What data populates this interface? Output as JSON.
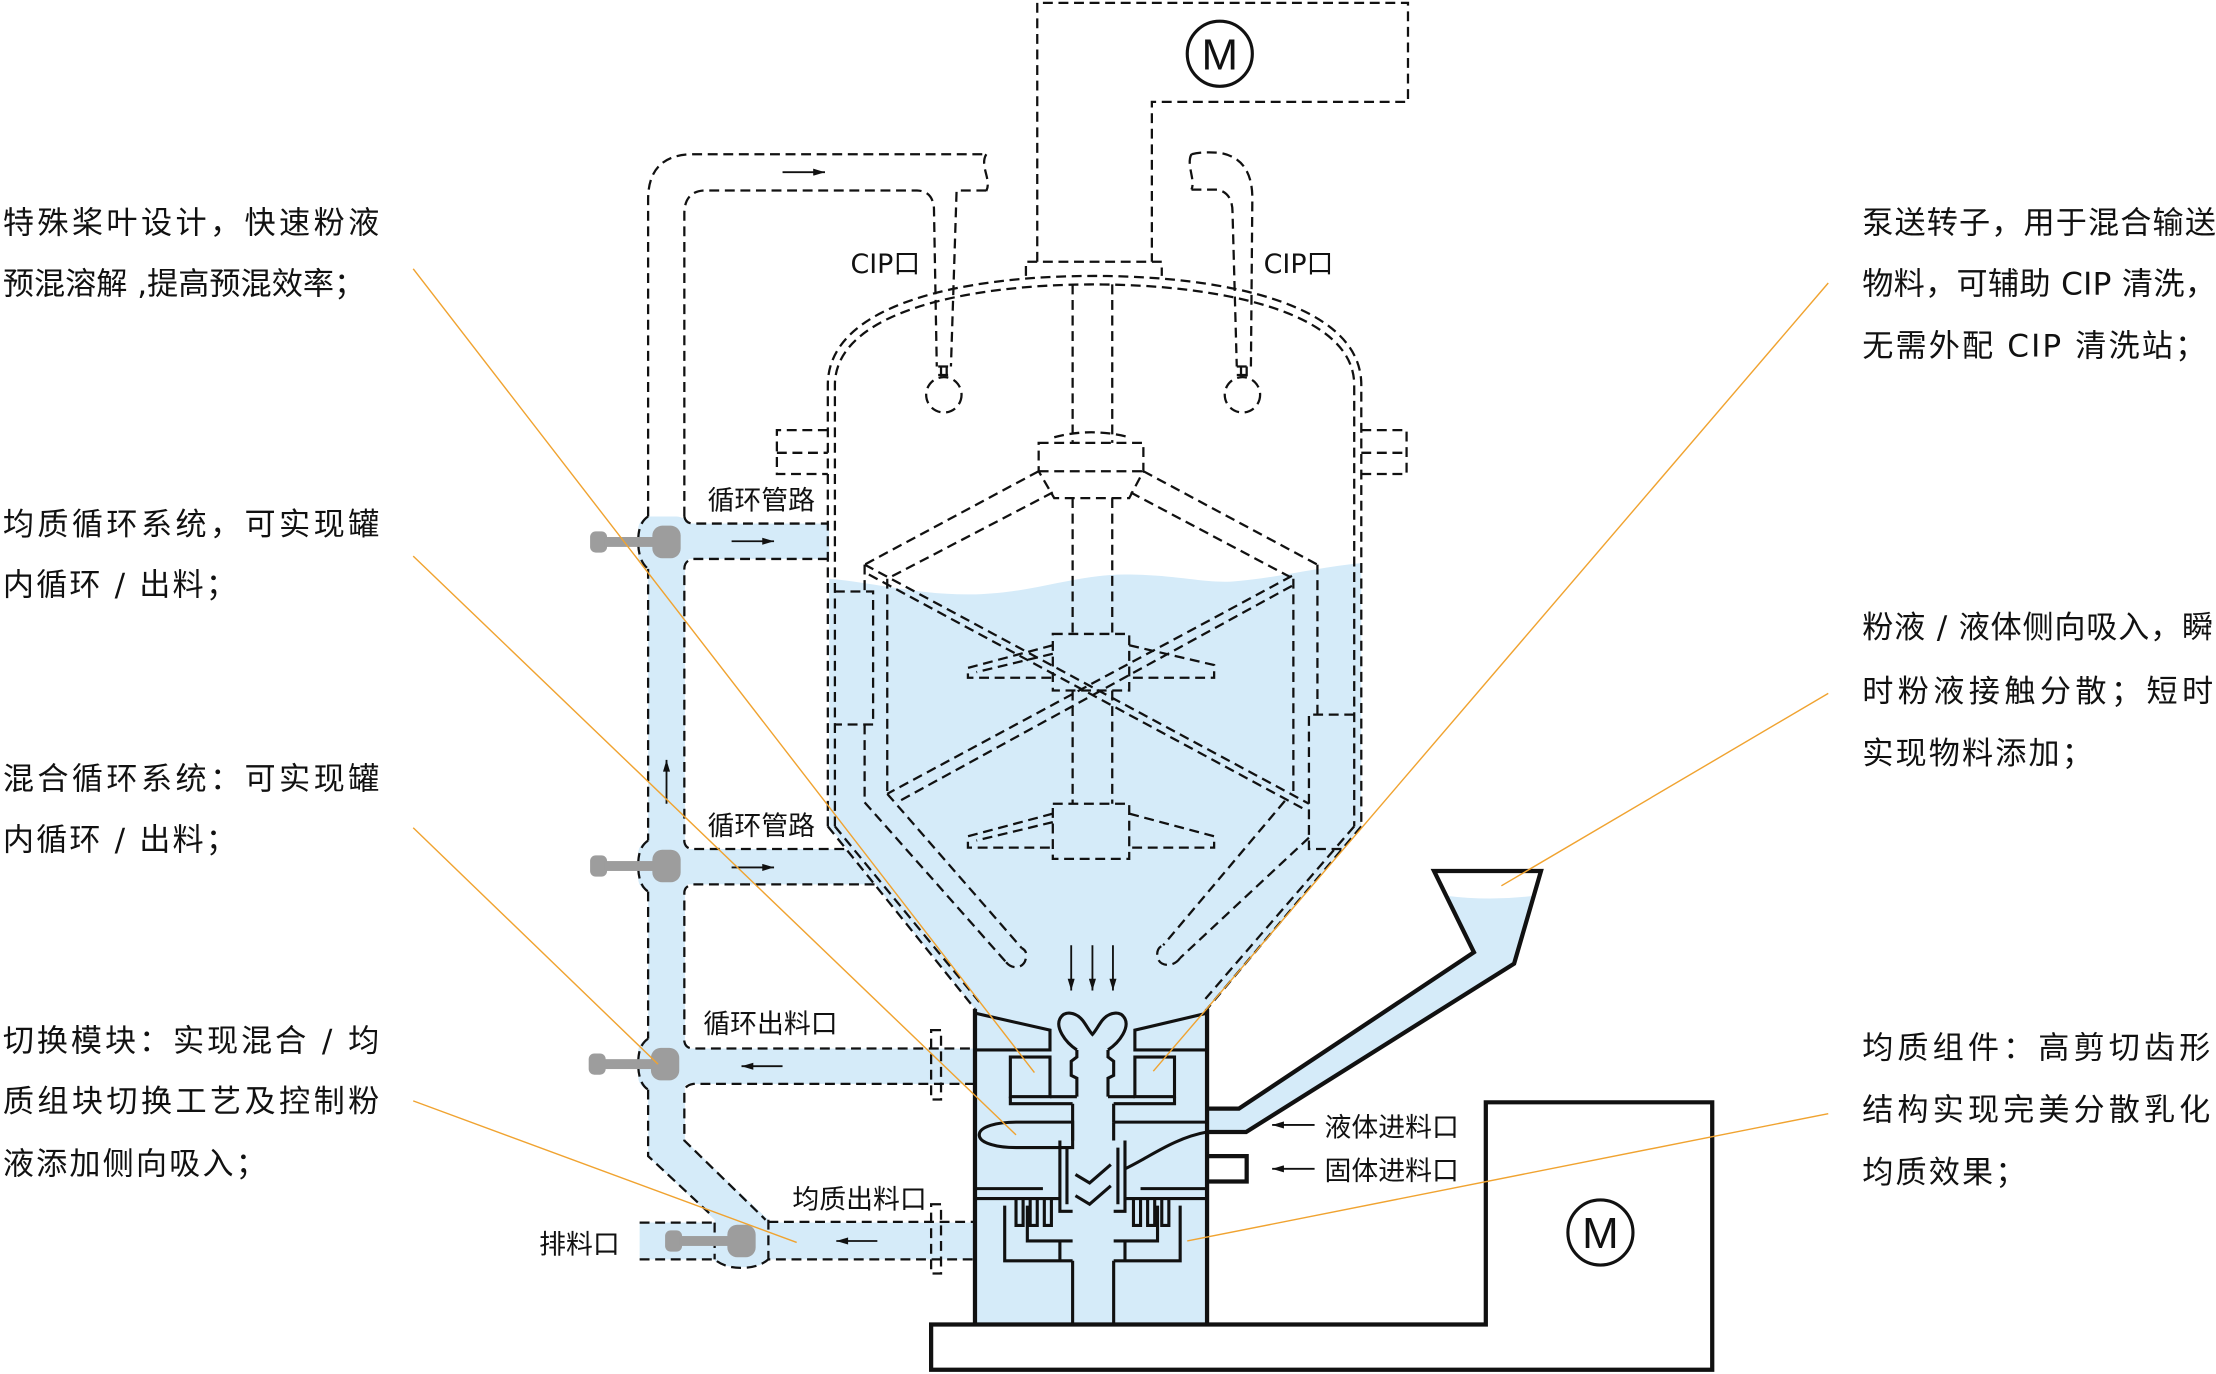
{
  "annotations_left": [
    {
      "lines": [
        "特殊桨叶设计，快速粉液",
        "预混溶解 ,提高预混效率；"
      ]
    },
    {
      "lines": [
        "均质循环系统，可实现罐",
        "内循环 / 出料；"
      ]
    },
    {
      "lines": [
        "混合循环系统：可实现罐",
        "内循环 / 出料；"
      ]
    },
    {
      "lines": [
        "切换模块：实现混合 / 均",
        "质组块切换工艺及控制粉",
        "液添加侧向吸入；"
      ]
    }
  ],
  "annotations_right": [
    {
      "lines": [
        "泵送转子，用于混合输送",
        "物料，可辅助 CIP 清洗，",
        "无需外配 CIP 清洗站；"
      ]
    },
    {
      "lines": [
        "粉液 / 液体侧向吸入，瞬",
        "时粉液接触分散；短时",
        "实现物料添加；"
      ]
    },
    {
      "lines": [
        "均质组件：高剪切齿形",
        "结构实现完美分散乳化",
        "均质效果；"
      ]
    }
  ],
  "labels": {
    "cip_left": "CIP口",
    "cip_right": "CIP口",
    "circulation_pipe_upper": "循环管路",
    "circulation_pipe_lower": "循环管路",
    "circulation_outlet": "循环出料口",
    "homogenizer_outlet": "均质出料口",
    "drain_outlet": "排料口",
    "liquid_inlet": "液体进料口",
    "solid_inlet": "固体进料口",
    "motor_top": "M",
    "motor_bottom": "M"
  },
  "colors": {
    "liquid": "#d5ebf9",
    "valve": "#9d9d9d",
    "leader": "#f0a330",
    "line": "#111111"
  },
  "icons": {
    "motor": "motor-icon",
    "valve": "valve-icon",
    "flow_arrow": "flow-arrow-icon",
    "spray_ball": "spray-ball-icon"
  }
}
